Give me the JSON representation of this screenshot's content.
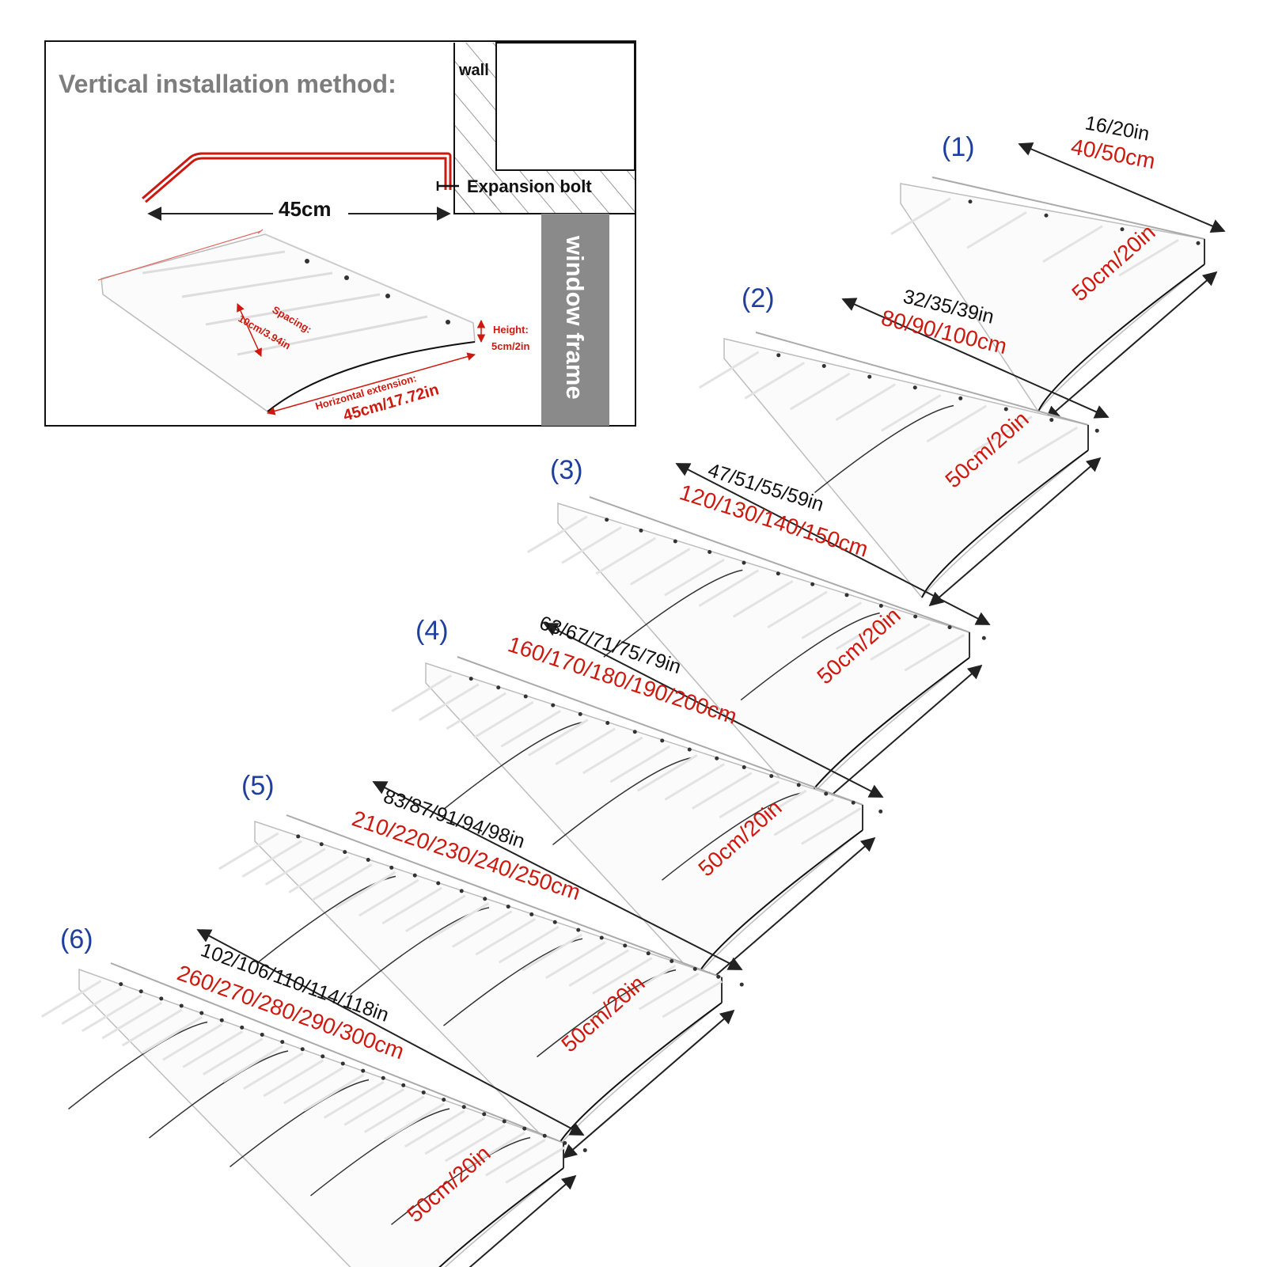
{
  "installation": {
    "title": "Vertical installation method:",
    "wall_label": "wall",
    "bolt_label": "Expansion bolt",
    "depth_label": "45cm",
    "window_frame_label": "window frame",
    "spacing_label": "Spacing:",
    "spacing_value": "10cm/3.94in",
    "height_label": "Height:",
    "height_value": "5cm/2in",
    "extension_label": "Horizontal extension:",
    "extension_value": "45cm/17.72in"
  },
  "sizes": [
    {
      "index": "(1)",
      "length_in": "16/20in",
      "length_cm": "40/50cm",
      "width": "50cm/20in"
    },
    {
      "index": "(2)",
      "length_in": "32/35/39in",
      "length_cm": "80/90/100cm",
      "width": "50cm/20in"
    },
    {
      "index": "(3)",
      "length_in": "47/51/55/59in",
      "length_cm": "120/130/140/150cm",
      "width": "50cm/20in"
    },
    {
      "index": "(4)",
      "length_in": "63/67/71/75/79in",
      "length_cm": "160/170/180/190/200cm",
      "width": "50cm/20in"
    },
    {
      "index": "(5)",
      "length_in": "83/87/91/94/98in",
      "length_cm": "210/220/230/240/250cm",
      "width": "50cm/20in"
    },
    {
      "index": "(6)",
      "length_in": "102/106/110/114/118in",
      "length_cm": "260/270/280/290/300cm",
      "width": "50cm/20in"
    }
  ],
  "colors": {
    "accent_red": "#cc1a10",
    "index_blue": "#1f3f9e",
    "frame_gray": "#8a8a8a"
  }
}
